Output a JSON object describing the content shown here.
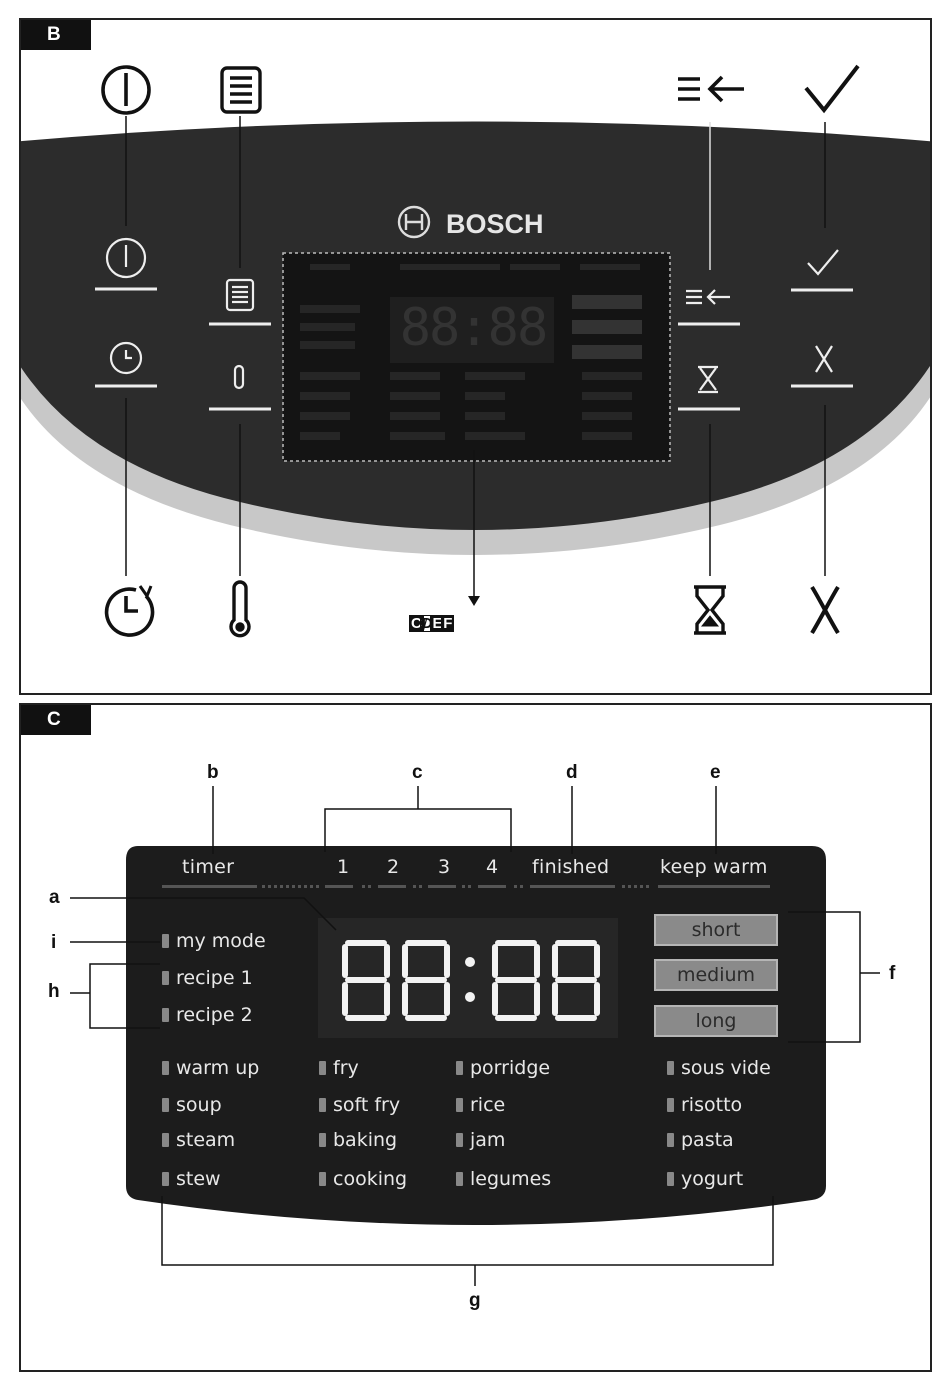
{
  "figure_b": {
    "tag": "B",
    "brand": "BOSCH",
    "display_digits": "88:88",
    "reference": {
      "c": "C",
      "d": "D",
      "e": "E",
      "f": "F",
      "sep": "/"
    },
    "icons": [
      "power-icon",
      "menu-icon",
      "timer-icon",
      "temperature-icon",
      "back-icon",
      "confirm-icon",
      "hourglass-icon",
      "cancel-icon"
    ]
  },
  "figure_c": {
    "tag": "C",
    "callouts": {
      "a": "a",
      "b": "b",
      "c": "c",
      "d": "d",
      "e": "e",
      "f": "f",
      "g": "g",
      "h": "h",
      "i": "i"
    },
    "top_labels": {
      "timer": "timer",
      "n1": "1",
      "n2": "2",
      "n3": "3",
      "n4": "4",
      "finished": "finished",
      "keep_warm": "keep warm"
    },
    "display_digits": "88:88",
    "my_mode": "my mode",
    "recipes": [
      "recipe 1",
      "recipe 2"
    ],
    "programs": {
      "col1": [
        "warm up",
        "soup",
        "steam",
        "stew"
      ],
      "col2": [
        "fry",
        "soft fry",
        "baking",
        "cooking"
      ],
      "col3": [
        "porridge",
        "rice",
        "jam",
        "legumes"
      ],
      "col4": [
        "sous vide",
        "risotto",
        "pasta",
        "yogurt"
      ]
    },
    "cooking_levels": [
      "short",
      "medium",
      "long"
    ]
  },
  "colors": {
    "panel": "#1c1c1c",
    "panel_band": "#4a4a4a",
    "text_light": "#e8e8e8",
    "level_box": "#8a8a8a"
  }
}
